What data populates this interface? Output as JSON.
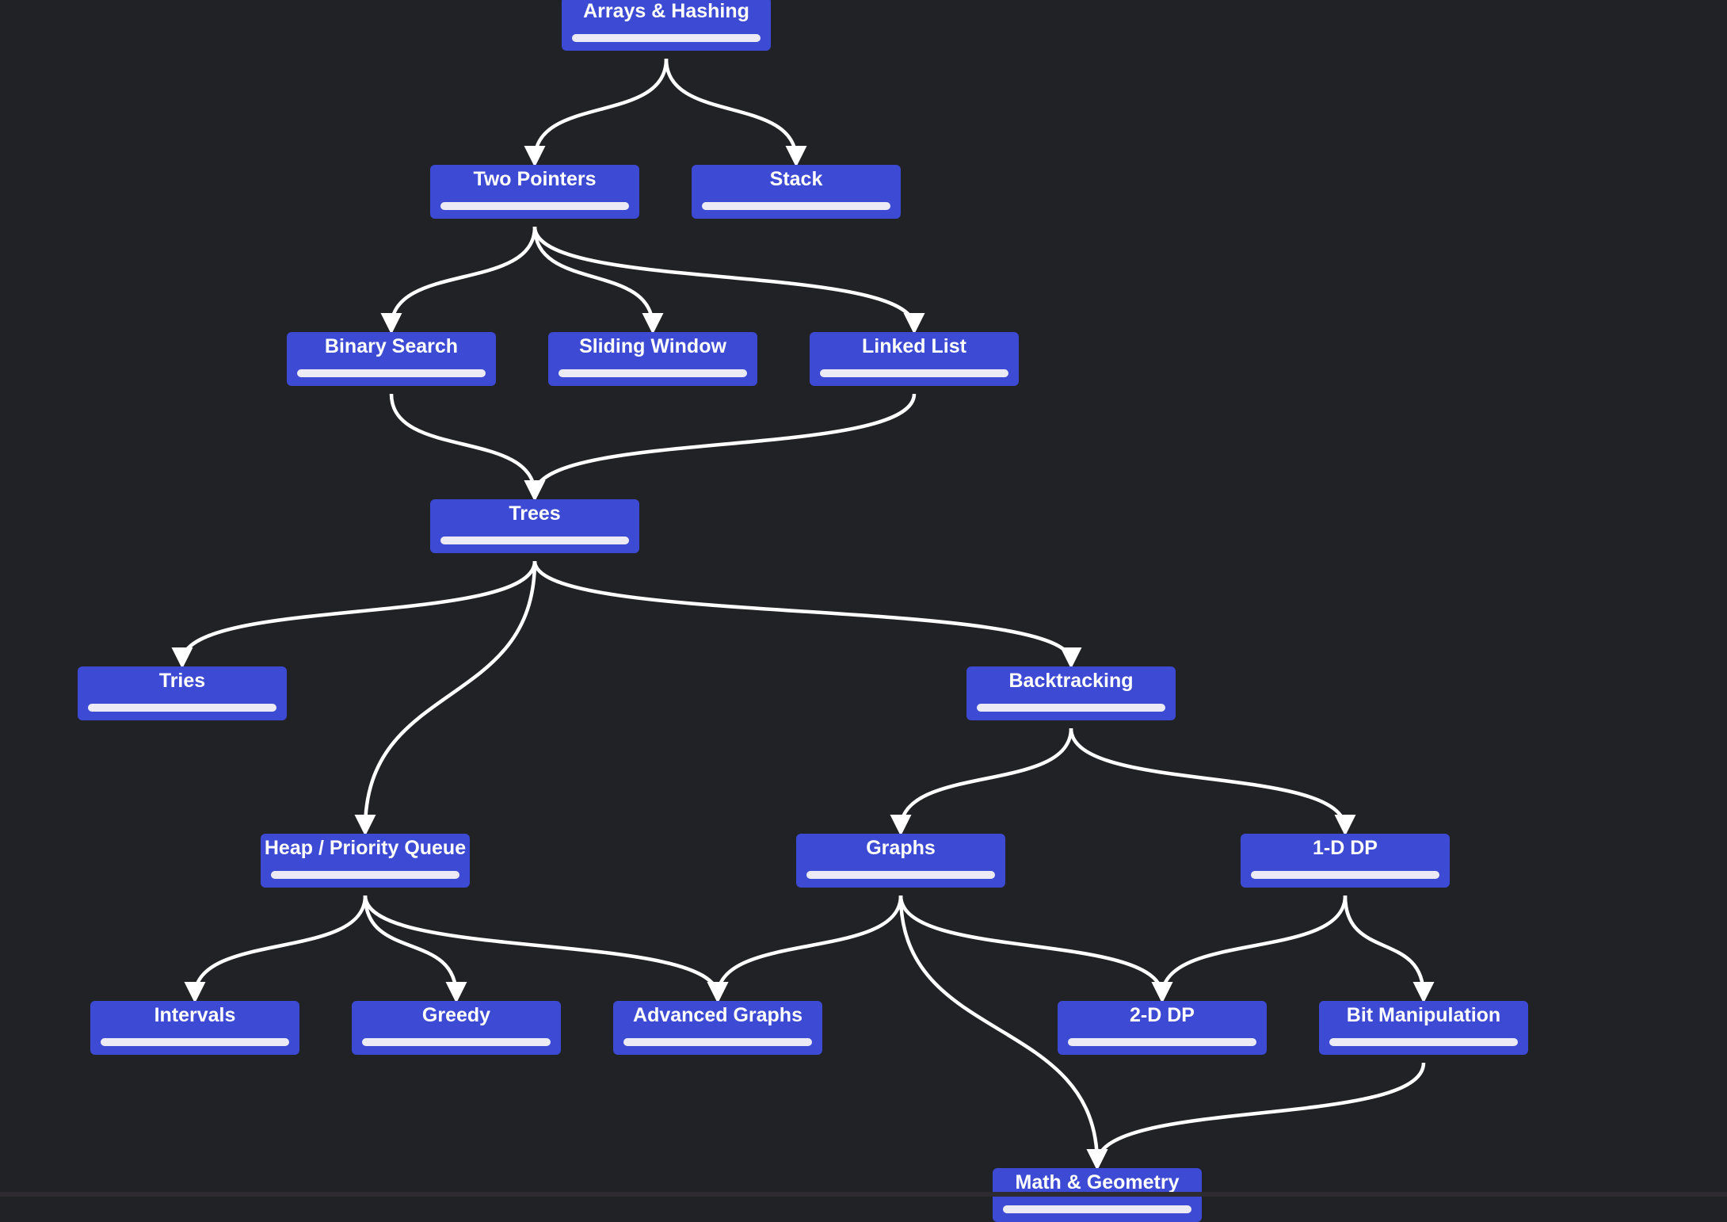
{
  "theme": {
    "background": "#212226",
    "node_fill": "#3d4ad3",
    "node_text": "#ffffff",
    "progress_track": "#ecebf5",
    "edge_color": "#ffffff"
  },
  "nodes": [
    {
      "id": "arrays-hashing",
      "label": "Arrays & Hashing",
      "progress": 0
    },
    {
      "id": "two-pointers",
      "label": "Two Pointers",
      "progress": 0
    },
    {
      "id": "stack",
      "label": "Stack",
      "progress": 0
    },
    {
      "id": "binary-search",
      "label": "Binary Search",
      "progress": 0
    },
    {
      "id": "sliding-window",
      "label": "Sliding Window",
      "progress": 0
    },
    {
      "id": "linked-list",
      "label": "Linked List",
      "progress": 0
    },
    {
      "id": "trees",
      "label": "Trees",
      "progress": 0
    },
    {
      "id": "tries",
      "label": "Tries",
      "progress": 0
    },
    {
      "id": "backtracking",
      "label": "Backtracking",
      "progress": 0
    },
    {
      "id": "heap-priority-queue",
      "label": "Heap / Priority Queue",
      "progress": 0
    },
    {
      "id": "graphs",
      "label": "Graphs",
      "progress": 0
    },
    {
      "id": "1d-dp",
      "label": "1-D DP",
      "progress": 0
    },
    {
      "id": "intervals",
      "label": "Intervals",
      "progress": 0
    },
    {
      "id": "greedy",
      "label": "Greedy",
      "progress": 0
    },
    {
      "id": "advanced-graphs",
      "label": "Advanced Graphs",
      "progress": 0
    },
    {
      "id": "2d-dp",
      "label": "2-D DP",
      "progress": 0
    },
    {
      "id": "bit-manipulation",
      "label": "Bit Manipulation",
      "progress": 0
    },
    {
      "id": "math-geometry",
      "label": "Math & Geometry",
      "progress": 0
    }
  ],
  "edges": [
    {
      "from": "arrays-hashing",
      "to": "two-pointers"
    },
    {
      "from": "arrays-hashing",
      "to": "stack"
    },
    {
      "from": "two-pointers",
      "to": "binary-search"
    },
    {
      "from": "two-pointers",
      "to": "sliding-window"
    },
    {
      "from": "two-pointers",
      "to": "linked-list"
    },
    {
      "from": "binary-search",
      "to": "trees"
    },
    {
      "from": "linked-list",
      "to": "trees"
    },
    {
      "from": "trees",
      "to": "tries"
    },
    {
      "from": "trees",
      "to": "heap-priority-queue"
    },
    {
      "from": "trees",
      "to": "backtracking"
    },
    {
      "from": "backtracking",
      "to": "graphs"
    },
    {
      "from": "backtracking",
      "to": "1d-dp"
    },
    {
      "from": "heap-priority-queue",
      "to": "intervals"
    },
    {
      "from": "heap-priority-queue",
      "to": "greedy"
    },
    {
      "from": "heap-priority-queue",
      "to": "advanced-graphs"
    },
    {
      "from": "graphs",
      "to": "advanced-graphs"
    },
    {
      "from": "graphs",
      "to": "2d-dp"
    },
    {
      "from": "graphs",
      "to": "math-geometry"
    },
    {
      "from": "1d-dp",
      "to": "2d-dp"
    },
    {
      "from": "1d-dp",
      "to": "bit-manipulation"
    },
    {
      "from": "bit-manipulation",
      "to": "math-geometry"
    }
  ]
}
